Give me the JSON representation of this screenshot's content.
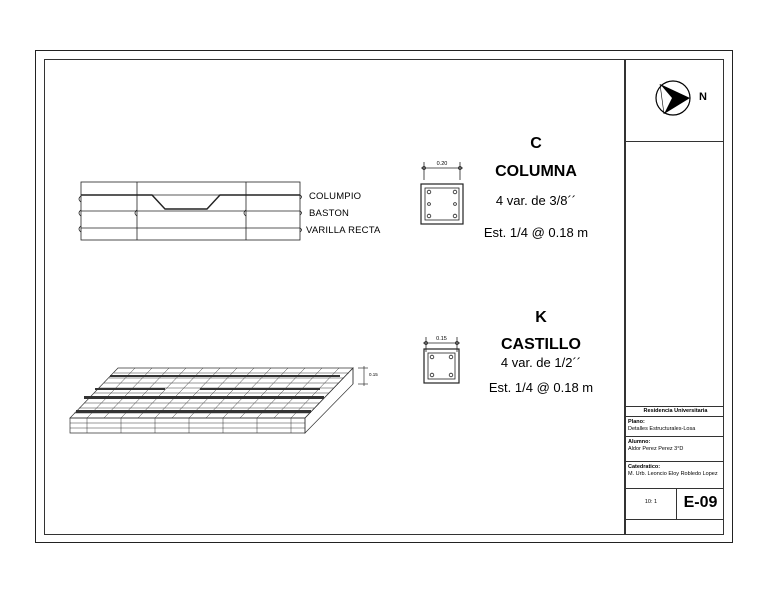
{
  "north": {
    "label": "N"
  },
  "beam_labels": [
    "COLUMPIO",
    "BASTON",
    "VARILLA RECTA"
  ],
  "columna": {
    "code": "C",
    "title": "COLUMNA",
    "bars": "4 var. de 3/8´´",
    "stirrups": "Est. 1/4 @ 0.18 m",
    "dim": "0.20"
  },
  "castillo": {
    "code": "K",
    "title": "CASTILLO",
    "bars": "4 var. de 1/2´´",
    "stirrups": "Est. 1/4 @ 0.18 m",
    "dim": "0.15"
  },
  "slab": {
    "height_dim": "0.15"
  },
  "title_block": {
    "project": "Residencia Universitaria",
    "plano_label": "Plano:",
    "plano_value": "Detalles Estructurales-Losa",
    "alumno_label": "Alumno:",
    "alumno_value": "Aldor Perez Perez 3°D",
    "catedratico_label": "Catedratico:",
    "catedratico_value": "M. Urb. Leoncio Eloy Robledo Lopez",
    "scale": "10: 1",
    "sheet": "E-09"
  }
}
